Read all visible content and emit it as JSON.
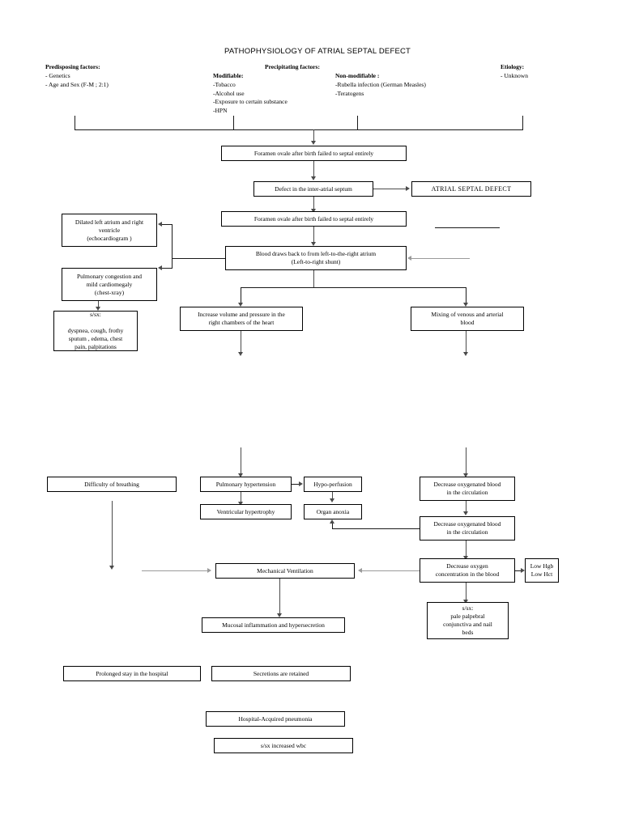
{
  "title": "PATHOPHYSIOLOGY OF ATRIAL SEPTAL DEFECT",
  "header": {
    "predisposing_label": "Predisposing factors:",
    "predisposing_items": "- Genetics\n- Age and Sex (F-M ; 2:1)",
    "precipitating_label": "Precipitating factors:",
    "modifiable_label": "Modifiable:",
    "modifiable_items": "-Tobacco\n-Alcohol use\n-Exposure to certain substance\n-HPN",
    "nonmodifiable_label": "Non-modifiable :",
    "nonmodifiable_items": "-Rubella infection (German Measles)\n-Teratogens",
    "etiology_label": "Etiology:",
    "etiology_items": "- Unknown"
  },
  "nodes": {
    "foramen_1": "Foramen ovale after birth failed to septal entirely",
    "defect_septum": "Defect in the inter-atrial septum",
    "asd": "ATRIAL SEPTAL DEFECT",
    "foramen_2": "Foramen ovale after birth failed to septal entirely",
    "shunt": "Blood draws back to from left-to-the-right atrium\n(Left-to-right shunt)",
    "dilated": "Dilated left atrium and right\nventricle\n(echocardiogram )",
    "pulm_congestion": "Pulmonary congestion and\nmild cardiomegaly\n(chest-xray)",
    "ssx_left": "s/sx:\n\ndyspnea, cough, frothy\nsputum , edema, chest\npain, palpitations",
    "increase_volume": "Increase volume and pressure in the\nright chambers of the heart",
    "mixing": "Mixing of venous and arterial\nblood",
    "difficulty_breathing": "Difficulty of breathing",
    "pulm_hypertension": "Pulmonary hypertension",
    "hypo_perfusion": "Hypo-perfusion",
    "ventricular_hypertrophy": "Ventricular hypertrophy",
    "organ_anoxia": "Organ anoxia",
    "decrease_o2_blood_1": "Decrease oxygenated blood\nin the circulation",
    "decrease_o2_blood_2": "Decrease oxygenated blood\nin the circulation",
    "decrease_o2_conc": "Decrease oxygen\nconcentration in the blood",
    "low_hgb_hct": "Low Hgb\nLow Hct",
    "ssx_pale": "s/sx:\npale palpebral\nconjunctiva and nail\nbeds",
    "mechanical_ventilation": "Mechanical Ventilation",
    "mucosal": "Mucosal inflammation and hypersecretion",
    "prolonged_stay": "Prolonged stay in the hospital",
    "secretions_retained": "Secretions are retained",
    "hap": "Hospital-Acquired pneumonia",
    "ssx_wbc": "s/sx increased wbc"
  },
  "colors": {
    "ink": "#000000",
    "connector": "#4a4a4a",
    "connector_faint": "#9a9a9a",
    "background": "#ffffff"
  }
}
